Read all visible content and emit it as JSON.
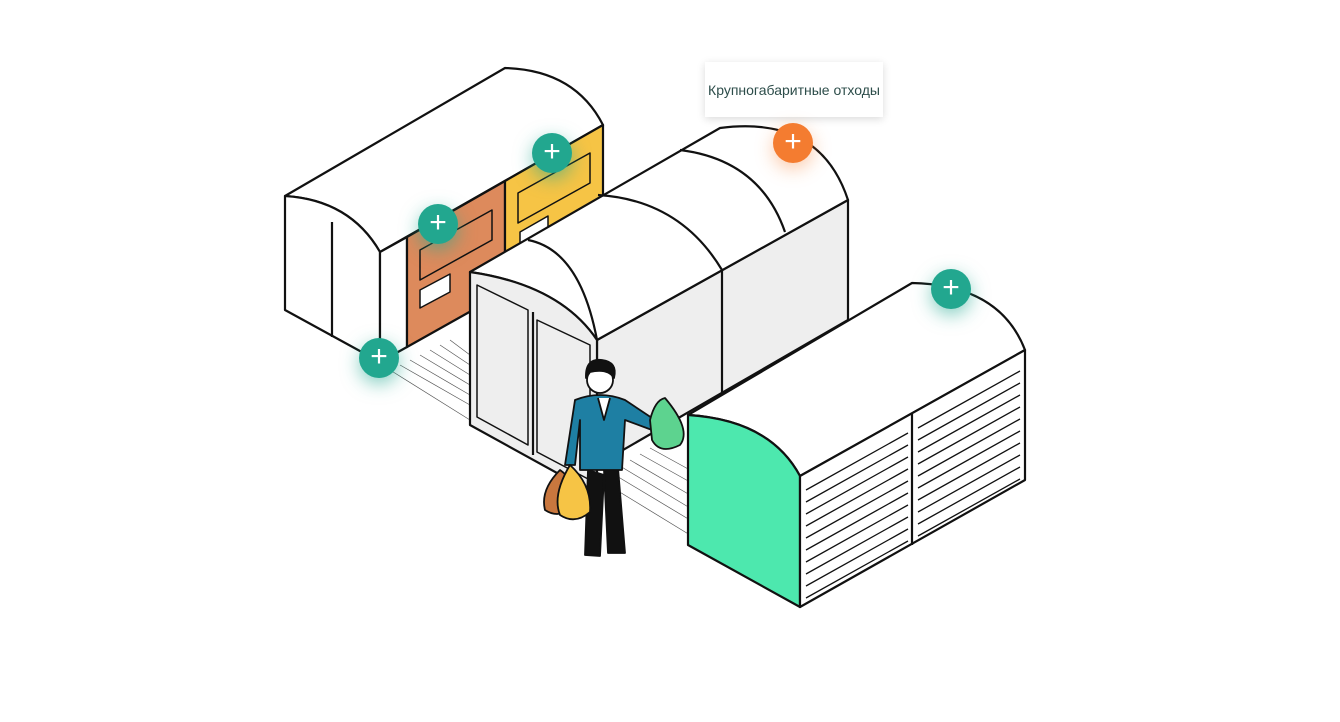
{
  "tooltip": {
    "text": "Крупногабаритные отходы"
  },
  "hotspots": [
    {
      "id": "orange-container",
      "label": "+",
      "color": "#22a78f"
    },
    {
      "id": "yellow-container",
      "label": "+",
      "color": "#22a78f"
    },
    {
      "id": "left-shed",
      "label": "+",
      "color": "#22a78f"
    },
    {
      "id": "bulky-waste",
      "label": "+",
      "color": "#f47c30"
    },
    {
      "id": "green-shed",
      "label": "+",
      "color": "#22a78f"
    }
  ],
  "colors": {
    "orange_panel": "#dd8a5c",
    "yellow_panel": "#f6c445",
    "green_panel": "#4de8ae",
    "grey_panel": "#eeeeee",
    "person_jacket": "#1e7fa3"
  }
}
